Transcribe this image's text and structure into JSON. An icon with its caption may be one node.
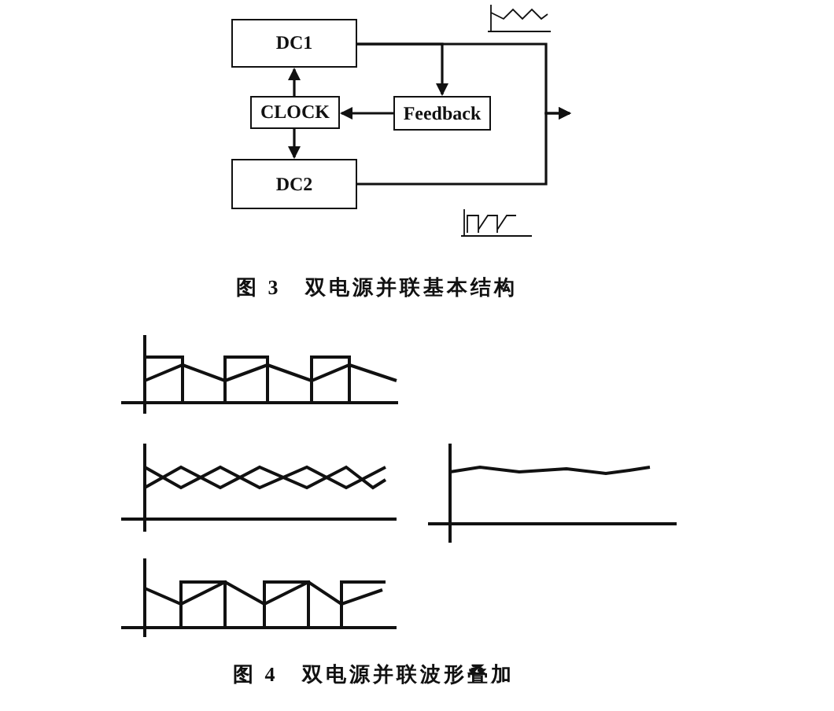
{
  "diagram": {
    "nodes": [
      {
        "text": [
          "DC1"
        ]
      },
      {
        "text": [
          "CLOCK"
        ]
      },
      {
        "text": [
          "Feedback"
        ]
      },
      {
        "text": [
          "DC2"
        ]
      }
    ],
    "edges": [
      {
        "from": 1,
        "to": 0,
        "arrow": "to"
      },
      {
        "from": 1,
        "to": 3,
        "arrow": "to"
      },
      {
        "from": 2,
        "to": 1,
        "arrow": "to"
      },
      {
        "from": 0,
        "to": 2,
        "arrow": "to"
      },
      {
        "from": 0,
        "to": null,
        "arrow": "to"
      },
      {
        "from": 3,
        "to": null,
        "arrow": "to"
      }
    ],
    "labels": [
      "图 3　双电源并联基本结构",
      "图 4　双电源并联波形叠加"
    ]
  }
}
